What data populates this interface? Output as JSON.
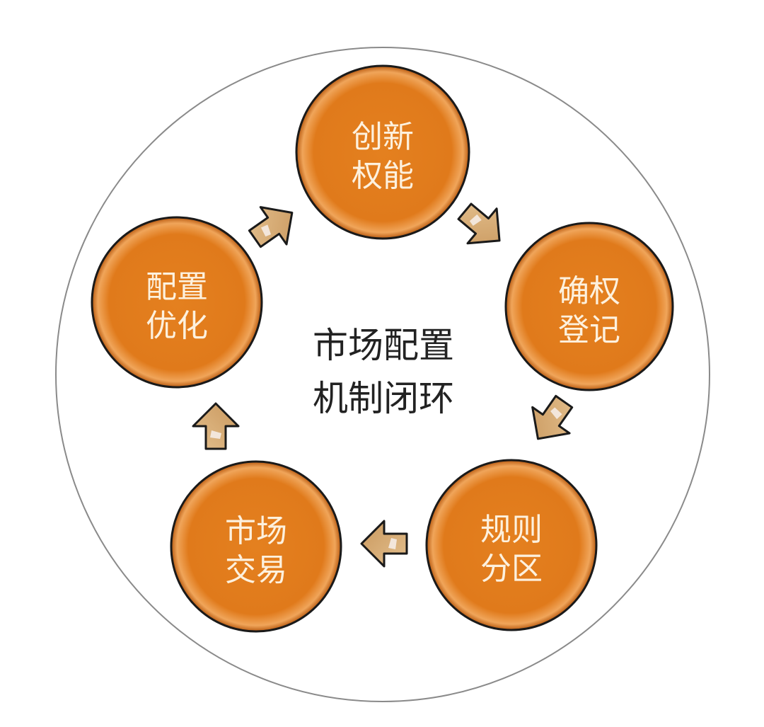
{
  "title_lines": [
    "市场配置",
    "机制闭环"
  ],
  "nodes": [
    {
      "line1": "创新",
      "line2": "权能"
    },
    {
      "line1": "确权",
      "line2": "登记"
    },
    {
      "line1": "规则",
      "line2": "分区"
    },
    {
      "line1": "市场",
      "line2": "交易"
    },
    {
      "line1": "配置",
      "line2": "优化"
    }
  ],
  "colors": {
    "node_fill": "#e27a1c",
    "arrow_fill": "#d9b07c",
    "outline": "#1a1a1a",
    "outer_ring": "#8a8a8a"
  }
}
